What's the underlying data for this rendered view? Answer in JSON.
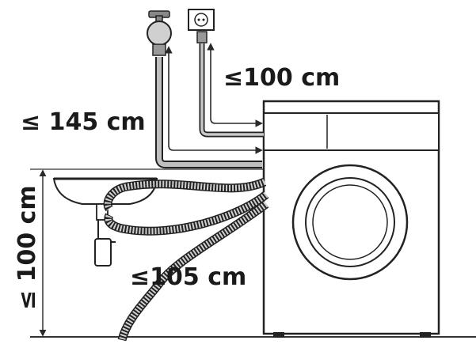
{
  "diagram": {
    "labels": {
      "power_cord_length": "≤100 cm",
      "inlet_hose_length": "≤ 145 cm",
      "drain_hose_length": "≤105 cm",
      "drain_height": "≤ 100 cm"
    },
    "icons": [
      "water-tap-icon",
      "power-socket-icon"
    ]
  }
}
